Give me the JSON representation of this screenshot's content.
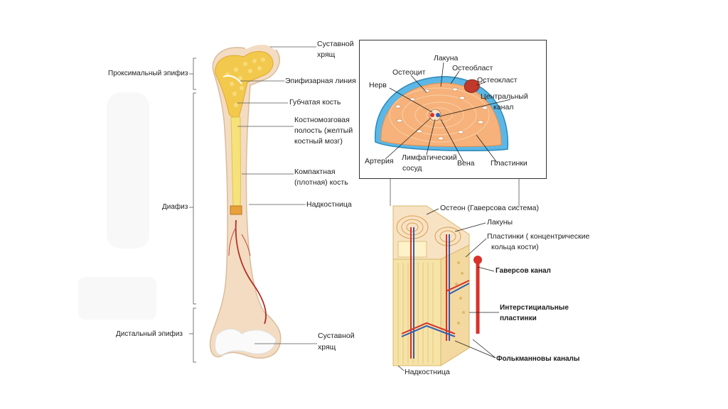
{
  "bone_labels": {
    "proximal_epiphysis": "Проксимальный эпифиз",
    "diaphysis": "Диафиз",
    "distal_epiphysis": "Дистальный эпифиз",
    "articular_cartilage_top_1": "Суставной",
    "articular_cartilage_top_2": "хрящ",
    "epiphyseal_line": "Эпифизарная линия",
    "spongy_bone": "Губчатая кость",
    "marrow_cavity_1": "Костномозговая",
    "marrow_cavity_2": "полость (желтый",
    "marrow_cavity_3": "костный мозг)",
    "compact_bone_1": "Компактная",
    "compact_bone_2": "(плотная) кость",
    "periosteum": "Надкостница",
    "articular_cartilage_bottom_1": "Суставной",
    "articular_cartilage_bottom_2": "хрящ"
  },
  "osteon_labels": {
    "lacuna": "Лакуна",
    "osteoblast": "Остеобласт",
    "osteocyte": "Остеоцит",
    "osteoclast": "Остеокласт",
    "nerve": "Нерв",
    "central_canal_1": "Центральный",
    "central_canal_2": "канал",
    "artery": "Артерия",
    "lymph_vessel_1": "Лимфатический",
    "lymph_vessel_2": "сосуд",
    "vein": "Вена",
    "lamellae": "Пластинки"
  },
  "block_labels": {
    "osteon": "Остеон (Гаверсова система)",
    "lacunae": "Лакуны",
    "lamellae_1": "Пластинки  ( концентрические",
    "lamellae_2": "кольца кости)",
    "haversian_canal": "Гаверсов канал",
    "interstitial_1": "Интерстициальные",
    "interstitial_2": "пластинки",
    "volkmann_canals": "Фолькманновы каналы",
    "periosteum": "Надкостница"
  },
  "colors": {
    "bone_shell": "#f3dcc2",
    "spongy": "#f2c94c",
    "marrow": "#f6e27a",
    "osteon_fill": "#f6b27a",
    "periosteum_cells": "#5bb8e6",
    "artery": "#d8322a",
    "vein": "#2f5fb3"
  }
}
